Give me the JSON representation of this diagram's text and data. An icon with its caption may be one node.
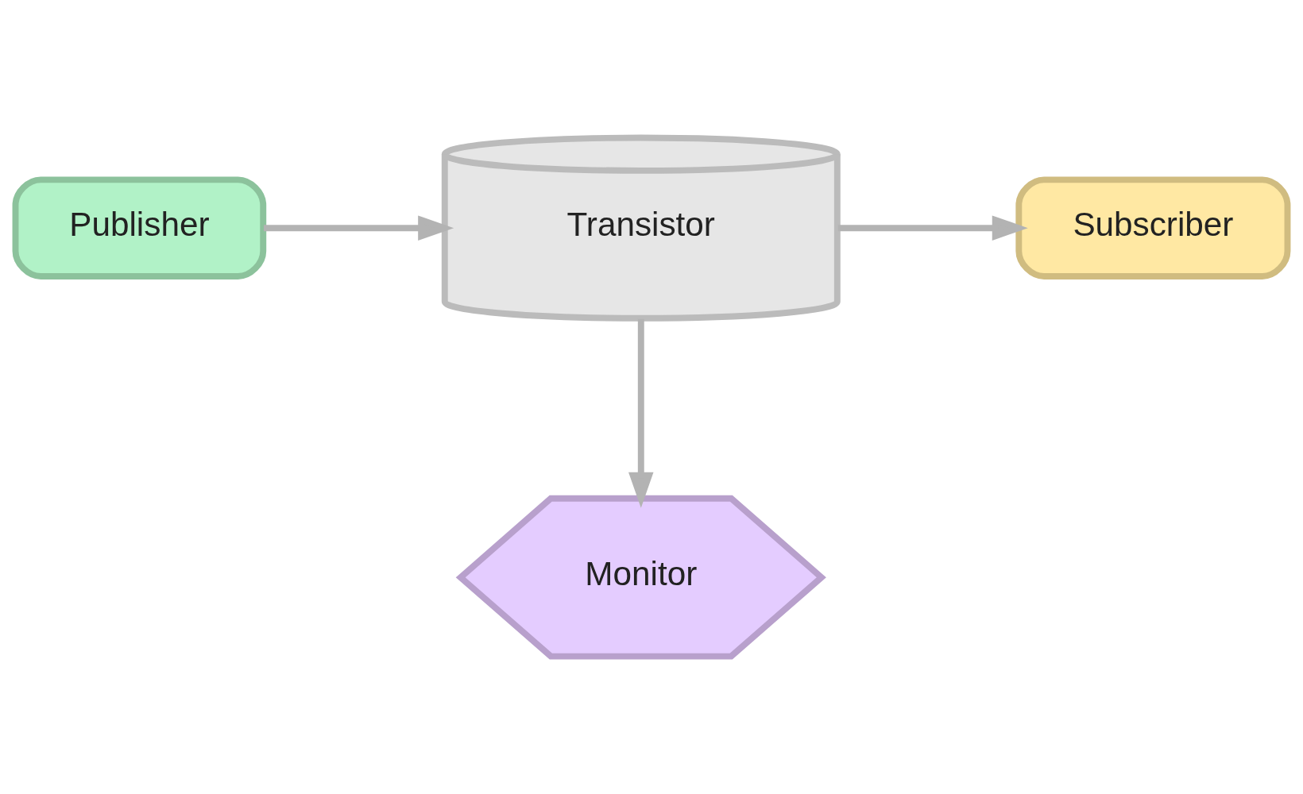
{
  "diagram": {
    "nodes": [
      {
        "text": [
          "Publisher"
        ]
      },
      {
        "text": [
          "Transistor"
        ]
      },
      {
        "text": [
          "Subscriber"
        ]
      },
      {
        "text": [
          "Monitor"
        ]
      }
    ],
    "edges": [
      {
        "from": 0,
        "to": 1,
        "arrow": "to"
      },
      {
        "from": 1,
        "to": 2,
        "arrow": "to"
      },
      {
        "from": 1,
        "to": 3,
        "arrow": "to"
      }
    ]
  }
}
